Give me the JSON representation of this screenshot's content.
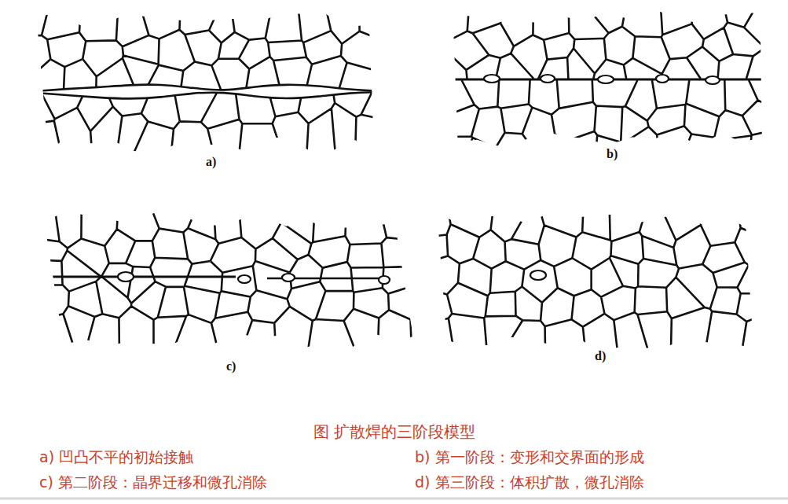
{
  "diagram": {
    "caption": "图 扩散焊的三阶段模型",
    "labels": [
      "a)",
      "b)",
      "c)",
      "d)",
      "a) 凹凸不平的初始接触",
      "b) 第一阶段：变形和交界面的形成",
      "c) 第二阶段：晶界迁移和微孔消除",
      "d) 第三阶段：体积扩散，微孔消除"
    ]
  }
}
